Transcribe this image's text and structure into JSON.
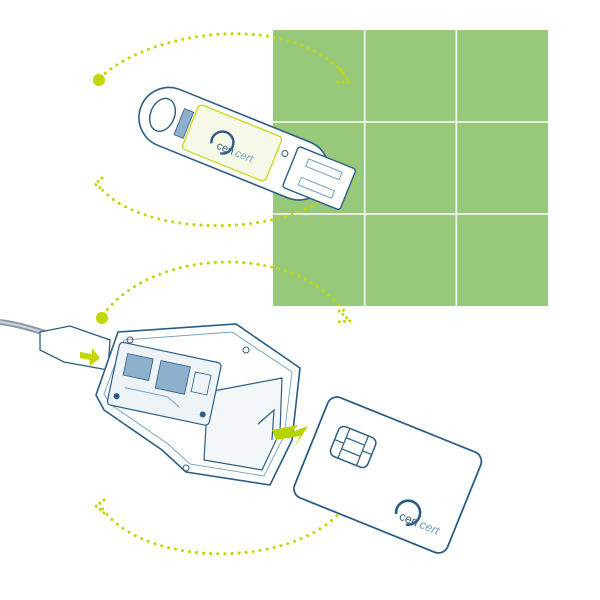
{
  "colors": {
    "accent": "#c4d600",
    "grid_fill": "#98c97a",
    "grid_line": "#ffffff",
    "outline": "#2a5d86",
    "detail": "#6f9fc4",
    "pcb": "#8fb0cc",
    "arrow": "#b8d400"
  },
  "grid": {
    "rows": 3,
    "cols": 3
  },
  "brand": {
    "prefix": "cen",
    "suffix": "cert"
  },
  "icons": [
    "usb-token-icon",
    "card-reader-icon",
    "smart-card-icon",
    "chip-icon",
    "insert-arrow-icon"
  ]
}
